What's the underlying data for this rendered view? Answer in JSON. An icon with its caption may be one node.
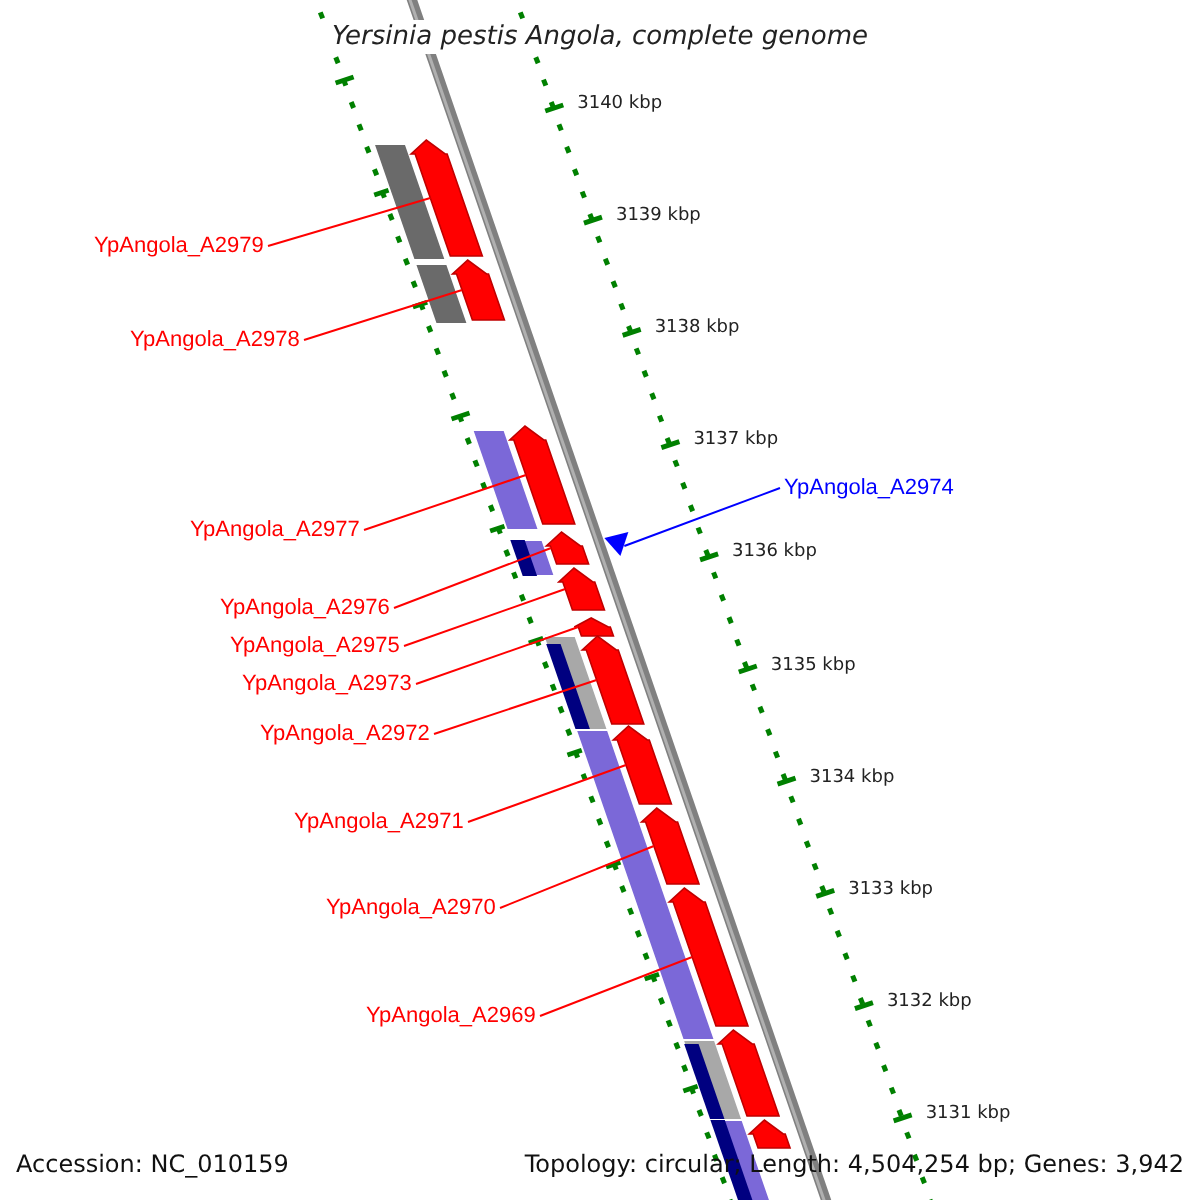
{
  "diagram": {
    "title": "Yersinia pestis Angola, complete genome",
    "nodes": [
      {
        "text": [
          "YpAngola_A2979"
        ]
      },
      {
        "text": [
          "YpAngola_A2978"
        ]
      },
      {
        "text": [
          "YpAngola_A2977"
        ]
      },
      {
        "text": [
          "YpAngola_A2976"
        ]
      },
      {
        "text": [
          "YpAngola_A2975"
        ]
      },
      {
        "text": [
          "YpAngola_A2973"
        ]
      },
      {
        "text": [
          "YpAngola_A2972"
        ]
      },
      {
        "text": [
          "YpAngola_A2971"
        ]
      },
      {
        "text": [
          "YpAngola_A2970"
        ]
      },
      {
        "text": [
          "YpAngola_A2969"
        ]
      },
      {
        "text": [
          "YpAngola_A2974"
        ]
      },
      {
        "text": [],
        "shape": "arrow"
      },
      {
        "text": [],
        "shape": "arrow"
      },
      {
        "text": [],
        "shape": "arrow"
      },
      {
        "text": [],
        "shape": "arrow"
      },
      {
        "text": [],
        "shape": "arrow"
      },
      {
        "text": [],
        "shape": "arrow"
      },
      {
        "text": [],
        "shape": "arrow"
      },
      {
        "text": [],
        "shape": "arrow"
      },
      {
        "text": [],
        "shape": "arrow"
      },
      {
        "text": [],
        "shape": "arrow"
      },
      {
        "text": [],
        "shape": "arrow"
      },
      {
        "text": [],
        "shape": "arrow"
      },
      {
        "text": [],
        "shape": "arrow"
      }
    ],
    "edges": [
      {
        "from": 0,
        "to": 11,
        "arrow": "none"
      },
      {
        "from": 1,
        "to": 12,
        "arrow": "none"
      },
      {
        "from": 2,
        "to": 13,
        "arrow": "none"
      },
      {
        "from": 3,
        "to": 14,
        "arrow": "none"
      },
      {
        "from": 4,
        "to": 15,
        "arrow": "none"
      },
      {
        "from": 5,
        "to": 16,
        "arrow": "none"
      },
      {
        "from": 6,
        "to": 17,
        "arrow": "none"
      },
      {
        "from": 7,
        "to": 18,
        "arrow": "none"
      },
      {
        "from": 8,
        "to": 19,
        "arrow": "none"
      },
      {
        "from": 9,
        "to": 20,
        "arrow": "none"
      },
      {
        "from": 10,
        "to": 23,
        "arrow": "none",
        "color": "#0000ff"
      }
    ],
    "labels": [
      "3140 kbp",
      "3139 kbp",
      "3138 kbp",
      "3137 kbp",
      "3136 kbp",
      "3135 kbp",
      "3134 kbp",
      "3133 kbp",
      "3132 kbp",
      "3131 kbp",
      "Accession: NC_010159",
      "Topology: circular; Length: 4,504,254 bp; Genes: 3,942"
    ]
  }
}
